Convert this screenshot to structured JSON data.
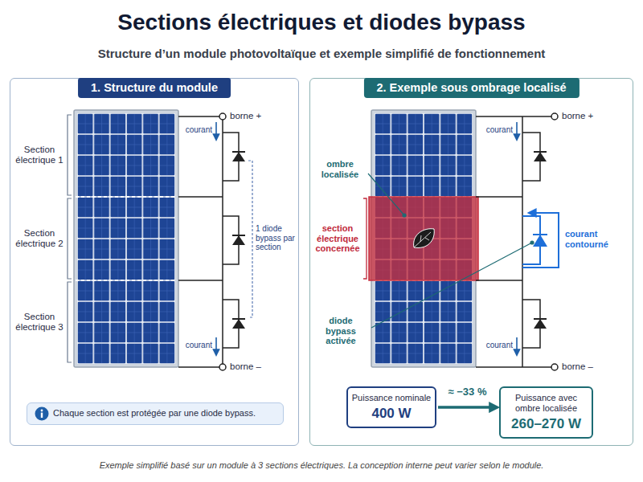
{
  "diagram": {
    "title": "Sections électriques et diodes bypass",
    "caption": "Exemple simplifié basé sur un module à 3 sections électriques. La conception interne peut varier selon le module.",
    "nodes": [
      {
        "text": [
          "1. Structure du module"
        ]
      },
      {
        "text": [
          "2. Exemple sous ombrage localisé"
        ]
      },
      {
        "text": [
          "Chaque section est protégée par une diode bypass."
        ],
        "in": 0
      },
      {
        "text": [
          "Puissance nominale",
          "400 W"
        ],
        "in": 1
      },
      {
        "text": [
          "Puissance avec ombre localisée",
          "260–270 W"
        ],
        "in": 1
      }
    ],
    "edges": [
      {
        "from": 3,
        "to": 4,
        "arrow": "to",
        "label": "≈ −33 %"
      }
    ],
    "labels": [
      "Structure d’un module photovoltaïque et exemple simplifié de fonctionnement",
      "Section électrique 1",
      "Section électrique 2",
      "Section électrique 3",
      "courant",
      "borne +",
      "1 diode bypass par section",
      "courant",
      "borne –",
      "ombre localisée",
      "section électrique concernée",
      "diode bypass activée",
      "courant",
      "borne +",
      "courant contourné",
      "courant",
      "borne –"
    ]
  }
}
